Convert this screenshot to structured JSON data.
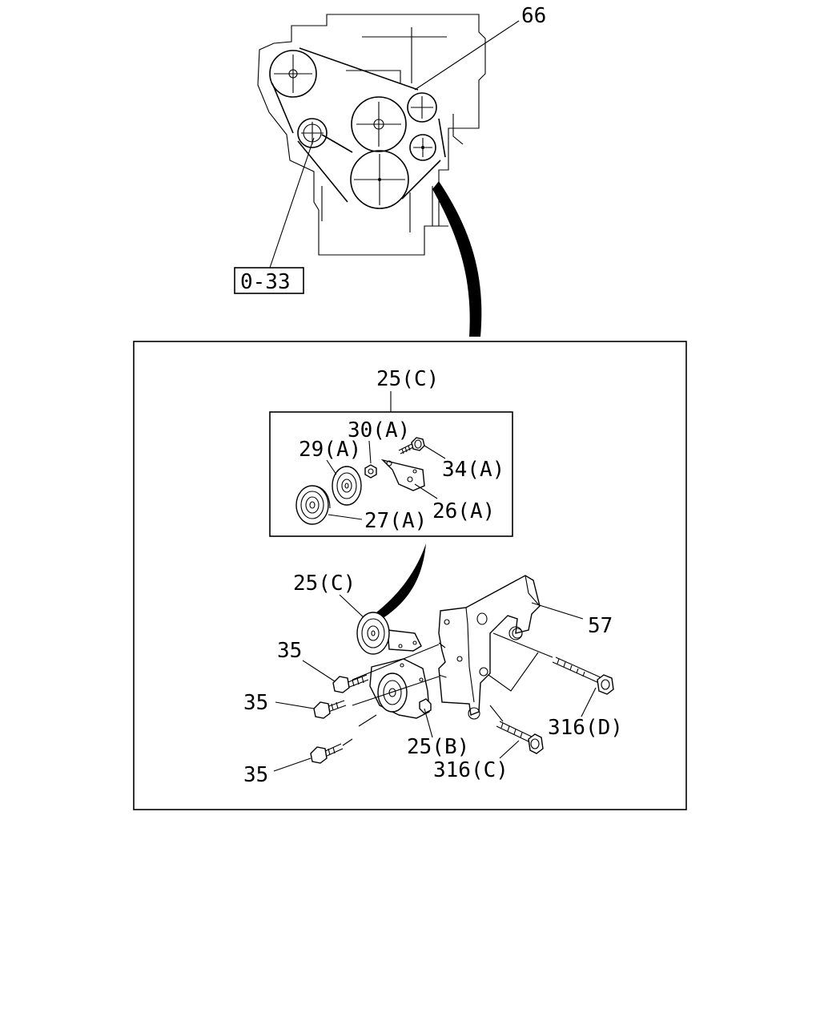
{
  "labels": {
    "belt": "66",
    "ref_box": "0-33",
    "inset_title": "25(C)",
    "washer": "30(A)",
    "pulley_29": "29(A)",
    "bolt_34": "34(A)",
    "bracket_26": "26(A)",
    "pulley_27": "27(A)",
    "idler_assy": "25(C)",
    "bracket": "57",
    "bolt_35_top": "35",
    "bolt_35_mid": "35",
    "bolt_35_bottom": "35",
    "tensioner": "25(B)",
    "bolt_316d": "316(D)",
    "bolt_316c": "316(C)"
  },
  "icons": [
    "engine-front-view",
    "crankshaft-pulley",
    "idler-pulley",
    "tensioner",
    "bracket",
    "bolt",
    "nut",
    "washer"
  ]
}
